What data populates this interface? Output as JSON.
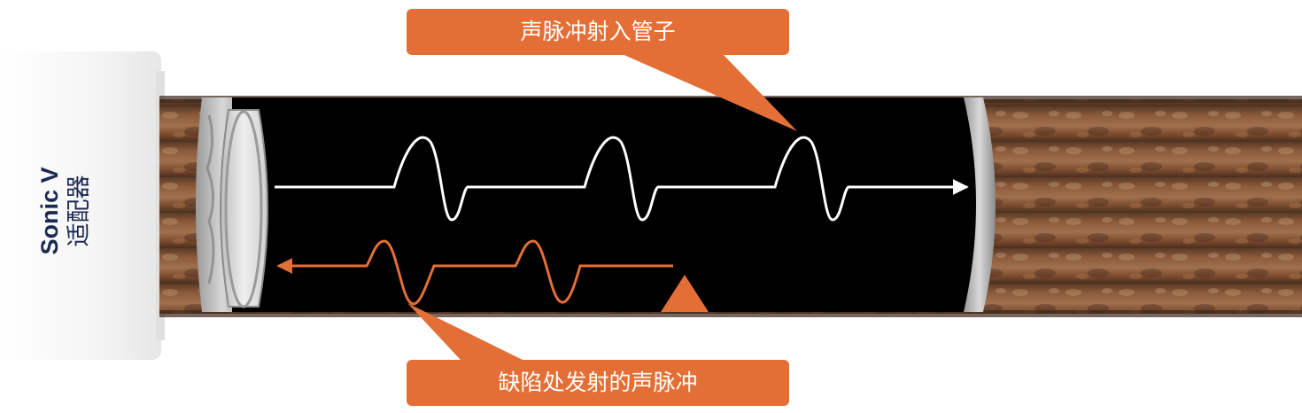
{
  "adapter": {
    "line1": "Sonic V",
    "line2": "适配器"
  },
  "callouts": {
    "incident": "声脉冲射入管子",
    "reflected": "缺陷处发射的声脉冲"
  },
  "colors": {
    "accent": "#e46f36",
    "incident_wave": "#ffffff",
    "pipe_interior": "#000000",
    "rust": "#7a4a2e"
  }
}
